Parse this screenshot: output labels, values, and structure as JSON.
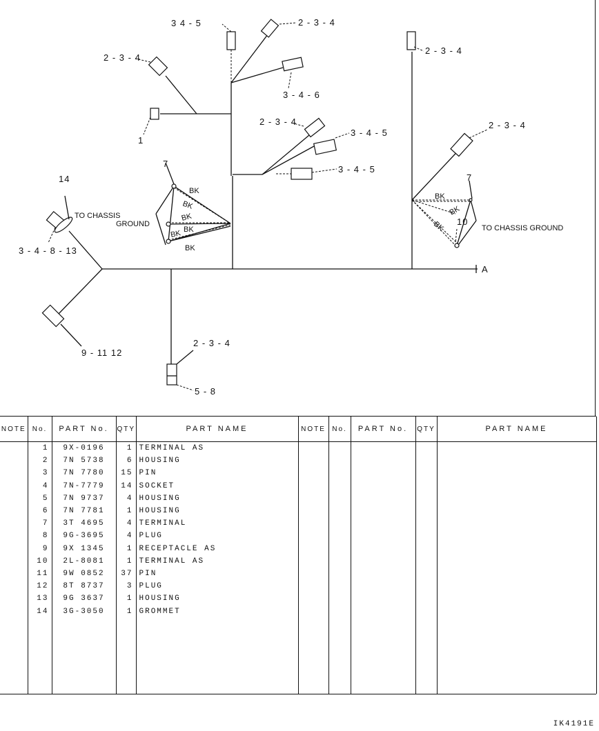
{
  "diagram": {
    "callouts": {
      "c_345_top": "3  4 - 5",
      "c_234_top": "2 - 3 - 4",
      "c_234_topright": "2 - 3 - 4",
      "c_234_left": "2 - 3 - 4",
      "c_346": "3 - 4 - 6",
      "c_1": "1",
      "c_234_mid": "2 - 3 - 4",
      "c_345_mid1": "3 - 4 - 5",
      "c_345_mid2": "3 - 4 - 5",
      "c_234_right": "2 - 3 - 4",
      "c_7_left": "7",
      "c_7_right": "7",
      "c_10": "10",
      "c_14": "14",
      "c_34813": "3 - 4 - 8 - 13",
      "c_91112": "9 - 11  12",
      "c_234_bottom": "2 - 3 - 4",
      "c_58": "5 - 8",
      "c_A": "A"
    },
    "wire_labels": {
      "bk1": "BK",
      "bk2": "BK",
      "bk3": "BK",
      "bk4": "BK",
      "bk5": "BK",
      "bk6": "BK",
      "bk7": "BK",
      "bk8": "BK",
      "bk9": "BK"
    },
    "ground_left_1": "TO CHASSIS",
    "ground_left_2": "GROUND",
    "ground_right": "TO CHASSIS GROUND"
  },
  "table": {
    "headers": [
      "NOTE",
      "No.",
      "PART  No.",
      "QTY",
      "PART  NAME",
      "NOTE",
      "No.",
      "PART  No.",
      "QTY",
      "PART  NAME"
    ],
    "rows": [
      {
        "no": "1",
        "part_no": "9X-0196",
        "qty": "1",
        "name": "TERMINAL AS"
      },
      {
        "no": "2",
        "part_no": "7N 5738",
        "qty": "6",
        "name": "HOUSING"
      },
      {
        "no": "3",
        "part_no": "7N 7780",
        "qty": "15",
        "name": "PIN"
      },
      {
        "no": "4",
        "part_no": "7N-7779",
        "qty": "14",
        "name": "SOCKET"
      },
      {
        "no": "5",
        "part_no": "7N 9737",
        "qty": "4",
        "name": "HOUSING"
      },
      {
        "no": "6",
        "part_no": "7N 7781",
        "qty": "1",
        "name": "HOUSING"
      },
      {
        "no": "7",
        "part_no": "3T 4695",
        "qty": "4",
        "name": "TERMINAL"
      },
      {
        "no": "8",
        "part_no": "9G-3695",
        "qty": "4",
        "name": "PLUG"
      },
      {
        "no": "9",
        "part_no": "9X 1345",
        "qty": "1",
        "name": "RECEPTACLE AS"
      },
      {
        "no": "10",
        "part_no": "2L-8081",
        "qty": "1",
        "name": "TERMINAL AS"
      },
      {
        "no": "11",
        "part_no": "9W 0852",
        "qty": "37",
        "name": "PIN"
      },
      {
        "no": "12",
        "part_no": "8T 8737",
        "qty": "3",
        "name": "PLUG"
      },
      {
        "no": "13",
        "part_no": "9G 3637",
        "qty": "1",
        "name": "HOUSING"
      },
      {
        "no": "14",
        "part_no": "3G-3050",
        "qty": "1",
        "name": "GROMMET"
      }
    ]
  },
  "drawing_number": "IK4191E"
}
